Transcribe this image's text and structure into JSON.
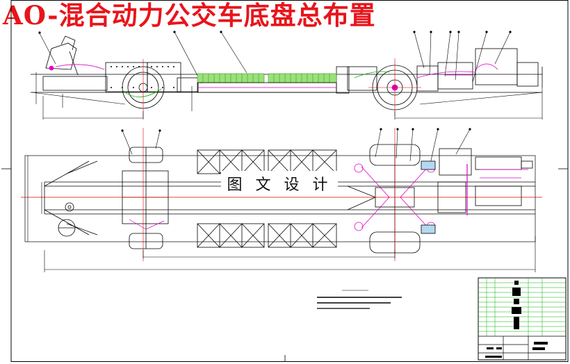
{
  "title": "AO-混合动力公交车底盘总布置",
  "watermark": "图 文 设 计",
  "colors": {
    "title": "#e8141b",
    "outline": "#000000",
    "centerline": "#e00000",
    "battery": "#9be07a",
    "hose": "#e000c8",
    "air_tank": "#b4d8f0",
    "title_block_grid": "#00b400"
  },
  "drawing": {
    "side_view": {
      "name": "side-elevation"
    },
    "plan_view": {
      "name": "plan-view"
    },
    "notes_block": {
      "name": "technical-notes"
    },
    "title_block": {
      "name": "title-block"
    }
  }
}
